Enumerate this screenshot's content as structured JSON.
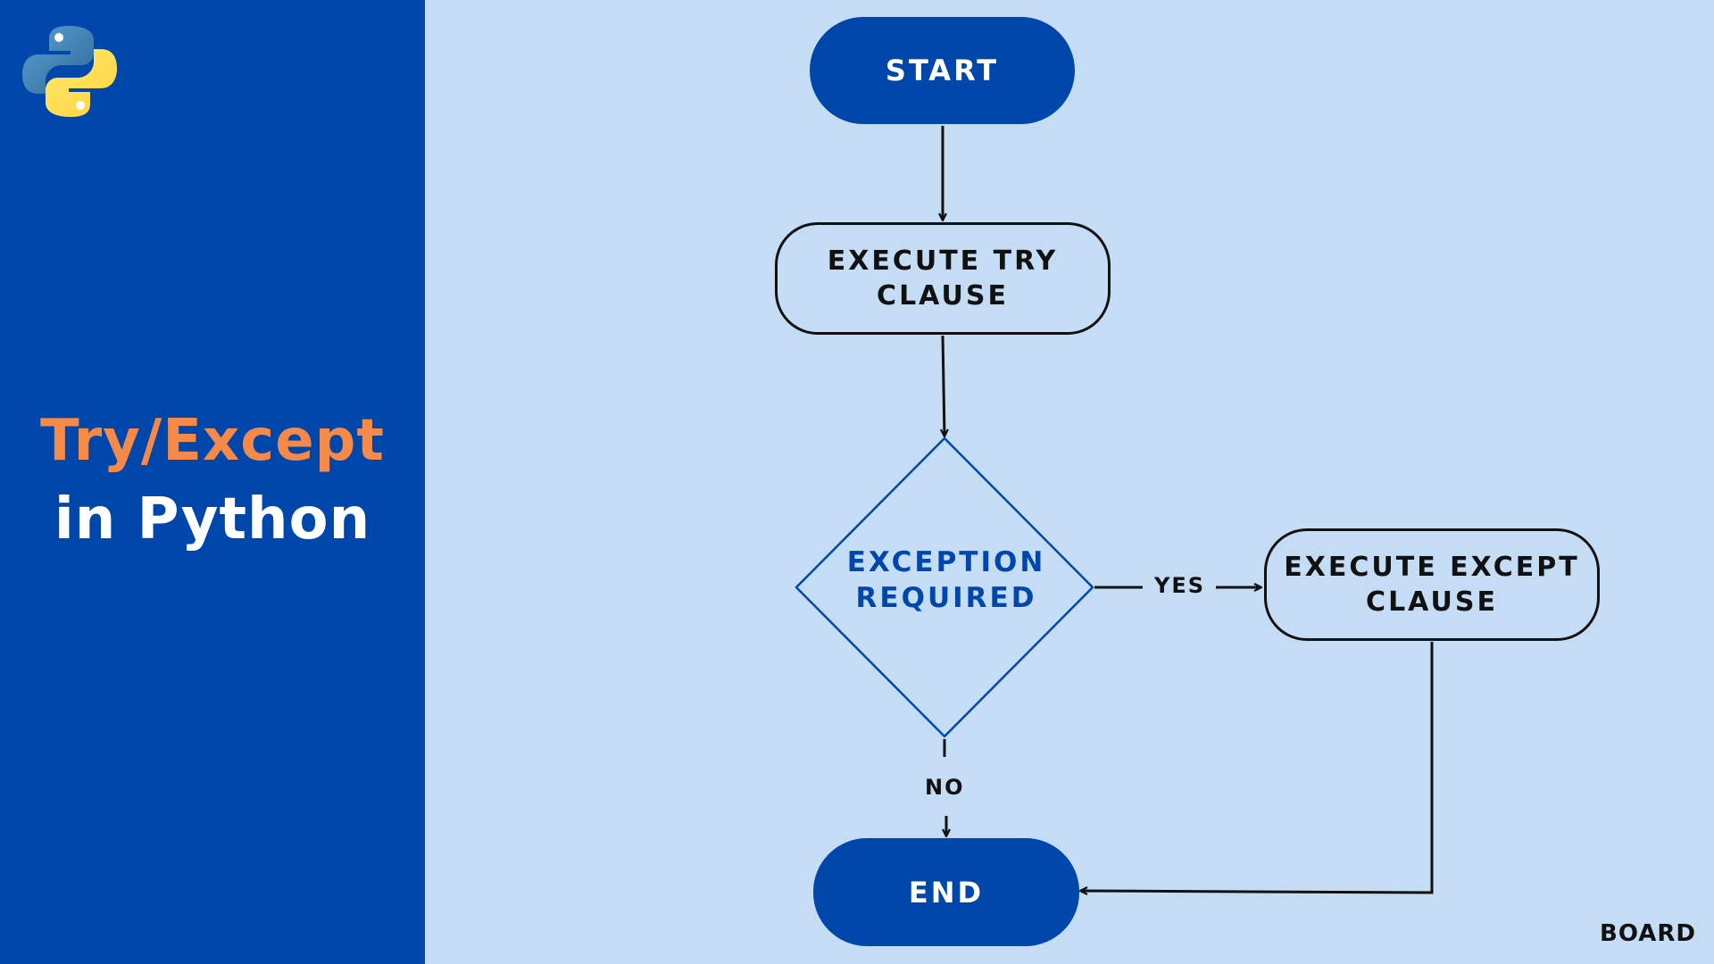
{
  "sidebar": {
    "title_line1": "Try/Except",
    "title_line2": "in Python",
    "logo_icon": "python-logo-icon",
    "colors": {
      "panel": "#0047ab",
      "title_accent": "#f5894a",
      "title_main": "#ffffff"
    }
  },
  "flowchart": {
    "start": "START",
    "execute_try": "EXECUTE TRY CLAUSE",
    "decision": "EXCEPTION REQUIRED",
    "execute_except": "EXECUTE EXCEPT CLAUSE",
    "end": "END",
    "yes_label": "YES",
    "no_label": "NO",
    "colors": {
      "background": "#c5dcf5",
      "terminal": "#0047ab",
      "decision_text": "#0047ab",
      "line": "#111111"
    }
  },
  "brand": "BOARD"
}
